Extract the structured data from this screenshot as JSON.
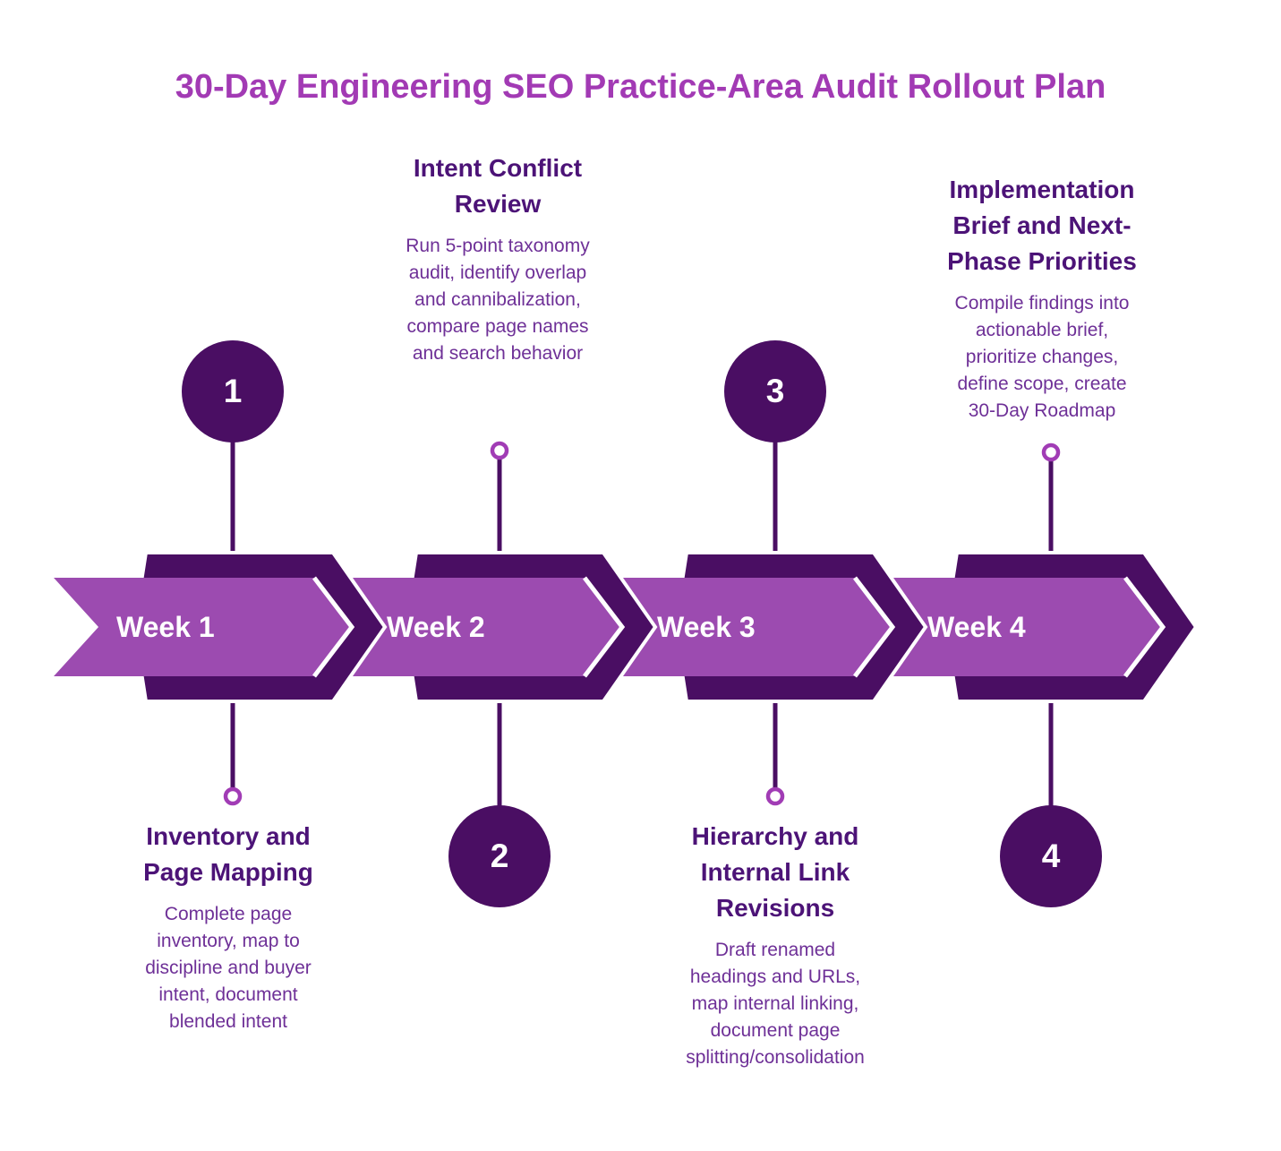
{
  "title": "30-Day Engineering SEO Practice-Area Audit Rollout Plan",
  "colors": {
    "title_text": "#A23AB4",
    "heading_text": "#4C1377",
    "body_text": "#6E3097",
    "arrow_light": "#9C4BB0",
    "arrow_dark": "#4A0E63",
    "number_circle": "#4A0E63",
    "connector_line": "#4A0E63",
    "ring_stroke": "#A13CB5",
    "week_label_text": "#FFFFFF",
    "background": "#FFFFFF"
  },
  "weeks": [
    {
      "label": "Week 1",
      "number": "1",
      "heading": "Inventory and Page Mapping",
      "description": "Complete page inventory, map to discipline and buyer intent, document blended intent",
      "text_position": "below",
      "number_position": "above"
    },
    {
      "label": "Week 2",
      "number": "2",
      "heading": "Intent Conflict Review",
      "description": "Run 5-point taxonomy audit, identify overlap and cannibalization, compare page names and search behavior",
      "text_position": "above",
      "number_position": "below"
    },
    {
      "label": "Week 3",
      "number": "3",
      "heading": "Hierarchy and Internal Link Revisions",
      "description": "Draft renamed headings and URLs, map internal linking, document page splitting/consolidation",
      "text_position": "below",
      "number_position": "above"
    },
    {
      "label": "Week 4",
      "number": "4",
      "heading": "Implementation Brief and Next-Phase Priorities",
      "description": "Compile findings into actionable brief, prioritize changes, define scope, create 30-Day Roadmap",
      "text_position": "above",
      "number_position": "below"
    }
  ]
}
